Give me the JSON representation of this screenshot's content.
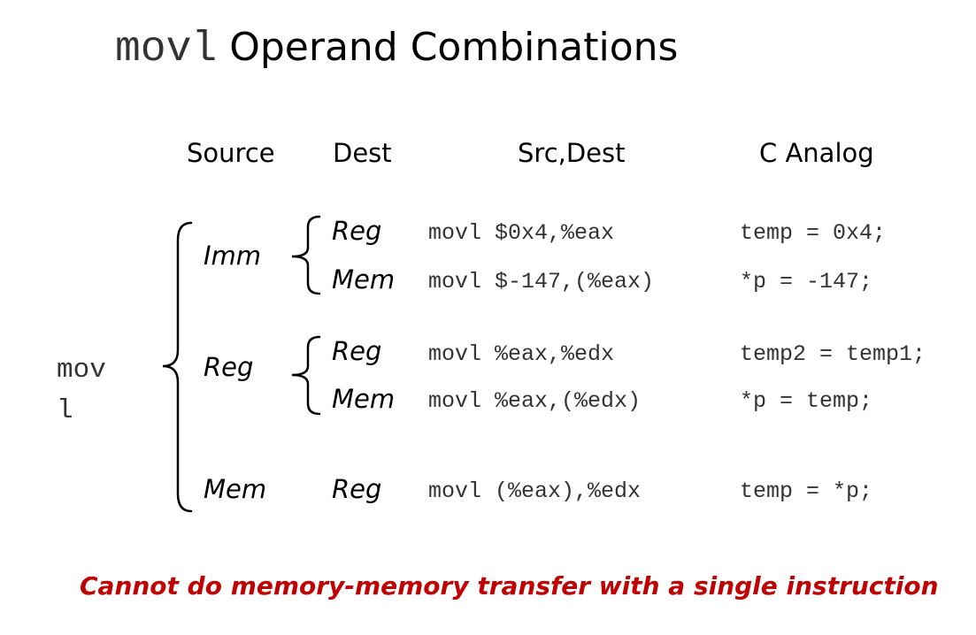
{
  "title": {
    "mono": "movl",
    "text": "Operand Combinations"
  },
  "headers": {
    "source": "Source",
    "dest": "Dest",
    "src_dest": "Src,Dest",
    "c_analog": "C Analog"
  },
  "root_label": {
    "line1": "mov",
    "line2": "l"
  },
  "groups": [
    {
      "source": "Imm",
      "rows": [
        {
          "dest": "Reg",
          "instruction": "movl $0x4,%eax",
          "c_analog": "temp = 0x4;"
        },
        {
          "dest": "Mem",
          "instruction": "movl $-147,(%eax)",
          "c_analog": "*p = -147;"
        }
      ]
    },
    {
      "source": "Reg",
      "rows": [
        {
          "dest": "Reg",
          "instruction": "movl %eax,%edx",
          "c_analog": "temp2 = temp1;"
        },
        {
          "dest": "Mem",
          "instruction": "movl %eax,(%edx)",
          "c_analog": "*p = temp;"
        }
      ]
    },
    {
      "source": "Mem",
      "rows": [
        {
          "dest": "Reg",
          "instruction": "movl (%eax),%edx",
          "c_analog": "temp = *p;"
        }
      ]
    }
  ],
  "note": "Cannot do memory-memory transfer with a single instruction",
  "colors": {
    "note": "#c00000",
    "code": "#333333",
    "text": "#000000"
  }
}
